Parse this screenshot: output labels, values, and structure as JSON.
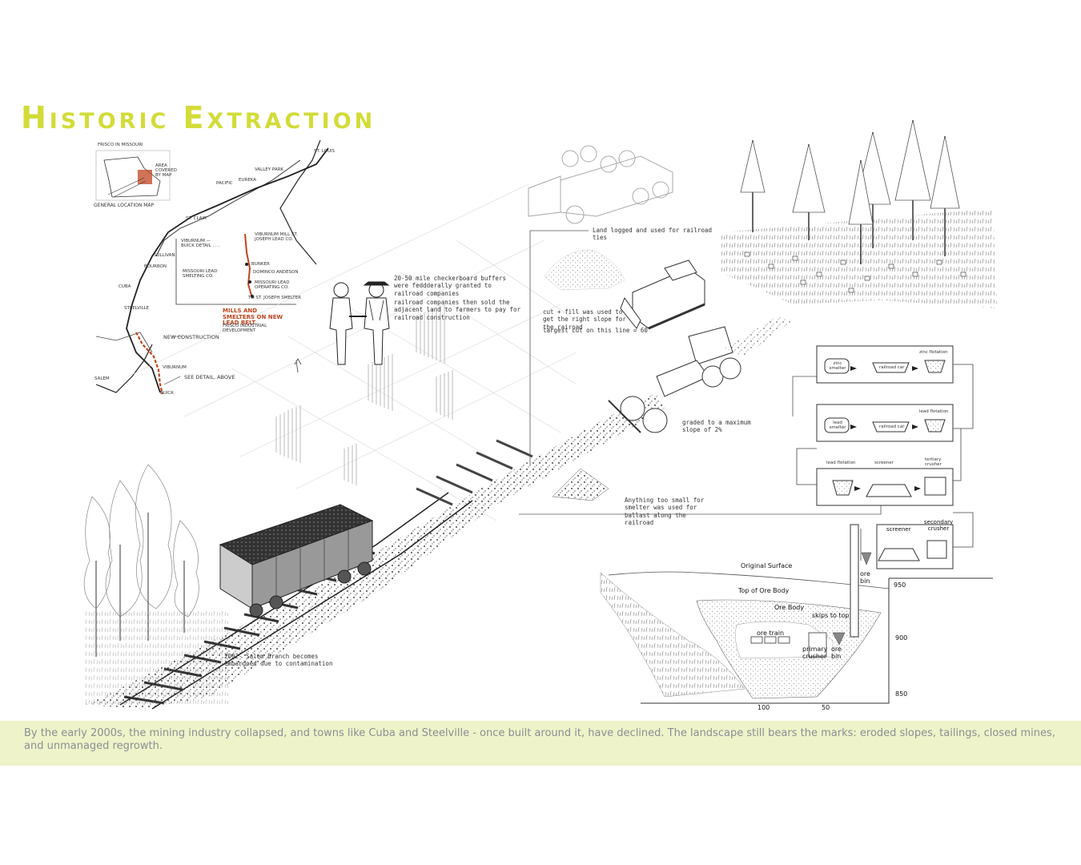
{
  "title": "Historic Extraction",
  "map": {
    "inset_title": "FRISCO IN MISSOURI",
    "inset_area": "AREA COVERED BY MAP",
    "inset_caption": "GENERAL LOCATION MAP",
    "st_louis": "ST. LOUIS",
    "valley_park": "VALLEY PARK",
    "pacific": "PACIFIC",
    "eureka": "EUREKA",
    "st_clair": "ST. CLAIR",
    "sullivan": "SULLIVAN",
    "bourbon": "BOURBON",
    "cuba": "CUBA",
    "steelville": "STEELVILLE",
    "salem": "SALEM",
    "viburnum": "VIBURNUM",
    "buick": "BUICK",
    "detail_title": "VIBURNUM — BUICK DETAIL . . .",
    "mill_1": "VIBURNUM MILL ST. JOSEPH LEAD CO.",
    "mill_2": "MISSOURI LEAD SMELTING CO.",
    "mill_3": "BUNKER",
    "mill_4": "DOMINCO ANDESON",
    "mill_5": "MISSOURI LEAD OPERATING CO.",
    "mill_6": "TO ST. JOSEPH SMELTER",
    "legend_title": "MILLS AND SMELTERS ON NEW LEAD BELT",
    "legend_sub": "FRISCO INDUSTRIAL DEVELOPMENT",
    "new_construction": "NEW CONSTRUCTION",
    "see_detail": "SEE DETAIL, ABOVE"
  },
  "annotations": {
    "checkerboard": "20-50 mile checkerboard buffers were feddderally granted to railroad companies",
    "railroad_sold": "railroad companies then sold the adjacent land to farmers to pay for railroad construction",
    "logged": "Land logged and used for railroad ties",
    "cut_fill": "cut + fill was used to get the right slope for the rairoad",
    "largest_cut": "largest cut on this line = 60'",
    "graded": "graded to a maximum slope of 2%",
    "ballast": "Anything too small for smelter was used for ballast along the railroad",
    "salem_branch": "2002- Salem Branch becomes embargoed due to contamination"
  },
  "process": {
    "zinc_flotation": "zinc flotation",
    "zinc_smelter": "zinc smelter",
    "railroad_car_1": "railroad car",
    "lead_flotation_1": "lead flotation",
    "lead_smelter": "lead smelter",
    "railroad_car_2": "railroad car",
    "lead_flotation_2": "lead flotation",
    "screener_1": "screener",
    "tertiary_crusher": "tertiary crusher",
    "screener_2": "screener",
    "secondary_crusher": "secondary crusher"
  },
  "mine": {
    "original_surface": "Original Surface",
    "top_of_ore_body": "Top of Ore Body",
    "ore_body": "Ore Body",
    "skips_to_top": "skips to top",
    "ore_train": "ore train",
    "primary_crusher": "primary crusher",
    "ore_bin_bottom": "ore bin",
    "ore_bin_top": "ore bin",
    "depth_950": "950",
    "depth_900": "900",
    "depth_850": "850",
    "dist_100": "100",
    "dist_50": "50"
  },
  "footer": "By the early 2000s, the mining industry collapsed, and towns like Cuba and Steelville - once built around it, have declined. The landscape still bears the marks: eroded slopes, tailings, closed mines, and unmanaged regrowth.",
  "colors": {
    "title": "#d2dc38",
    "footer_bg": "#eef3c9",
    "footer_text": "#8a8f95",
    "map_red": "#c0441d"
  }
}
